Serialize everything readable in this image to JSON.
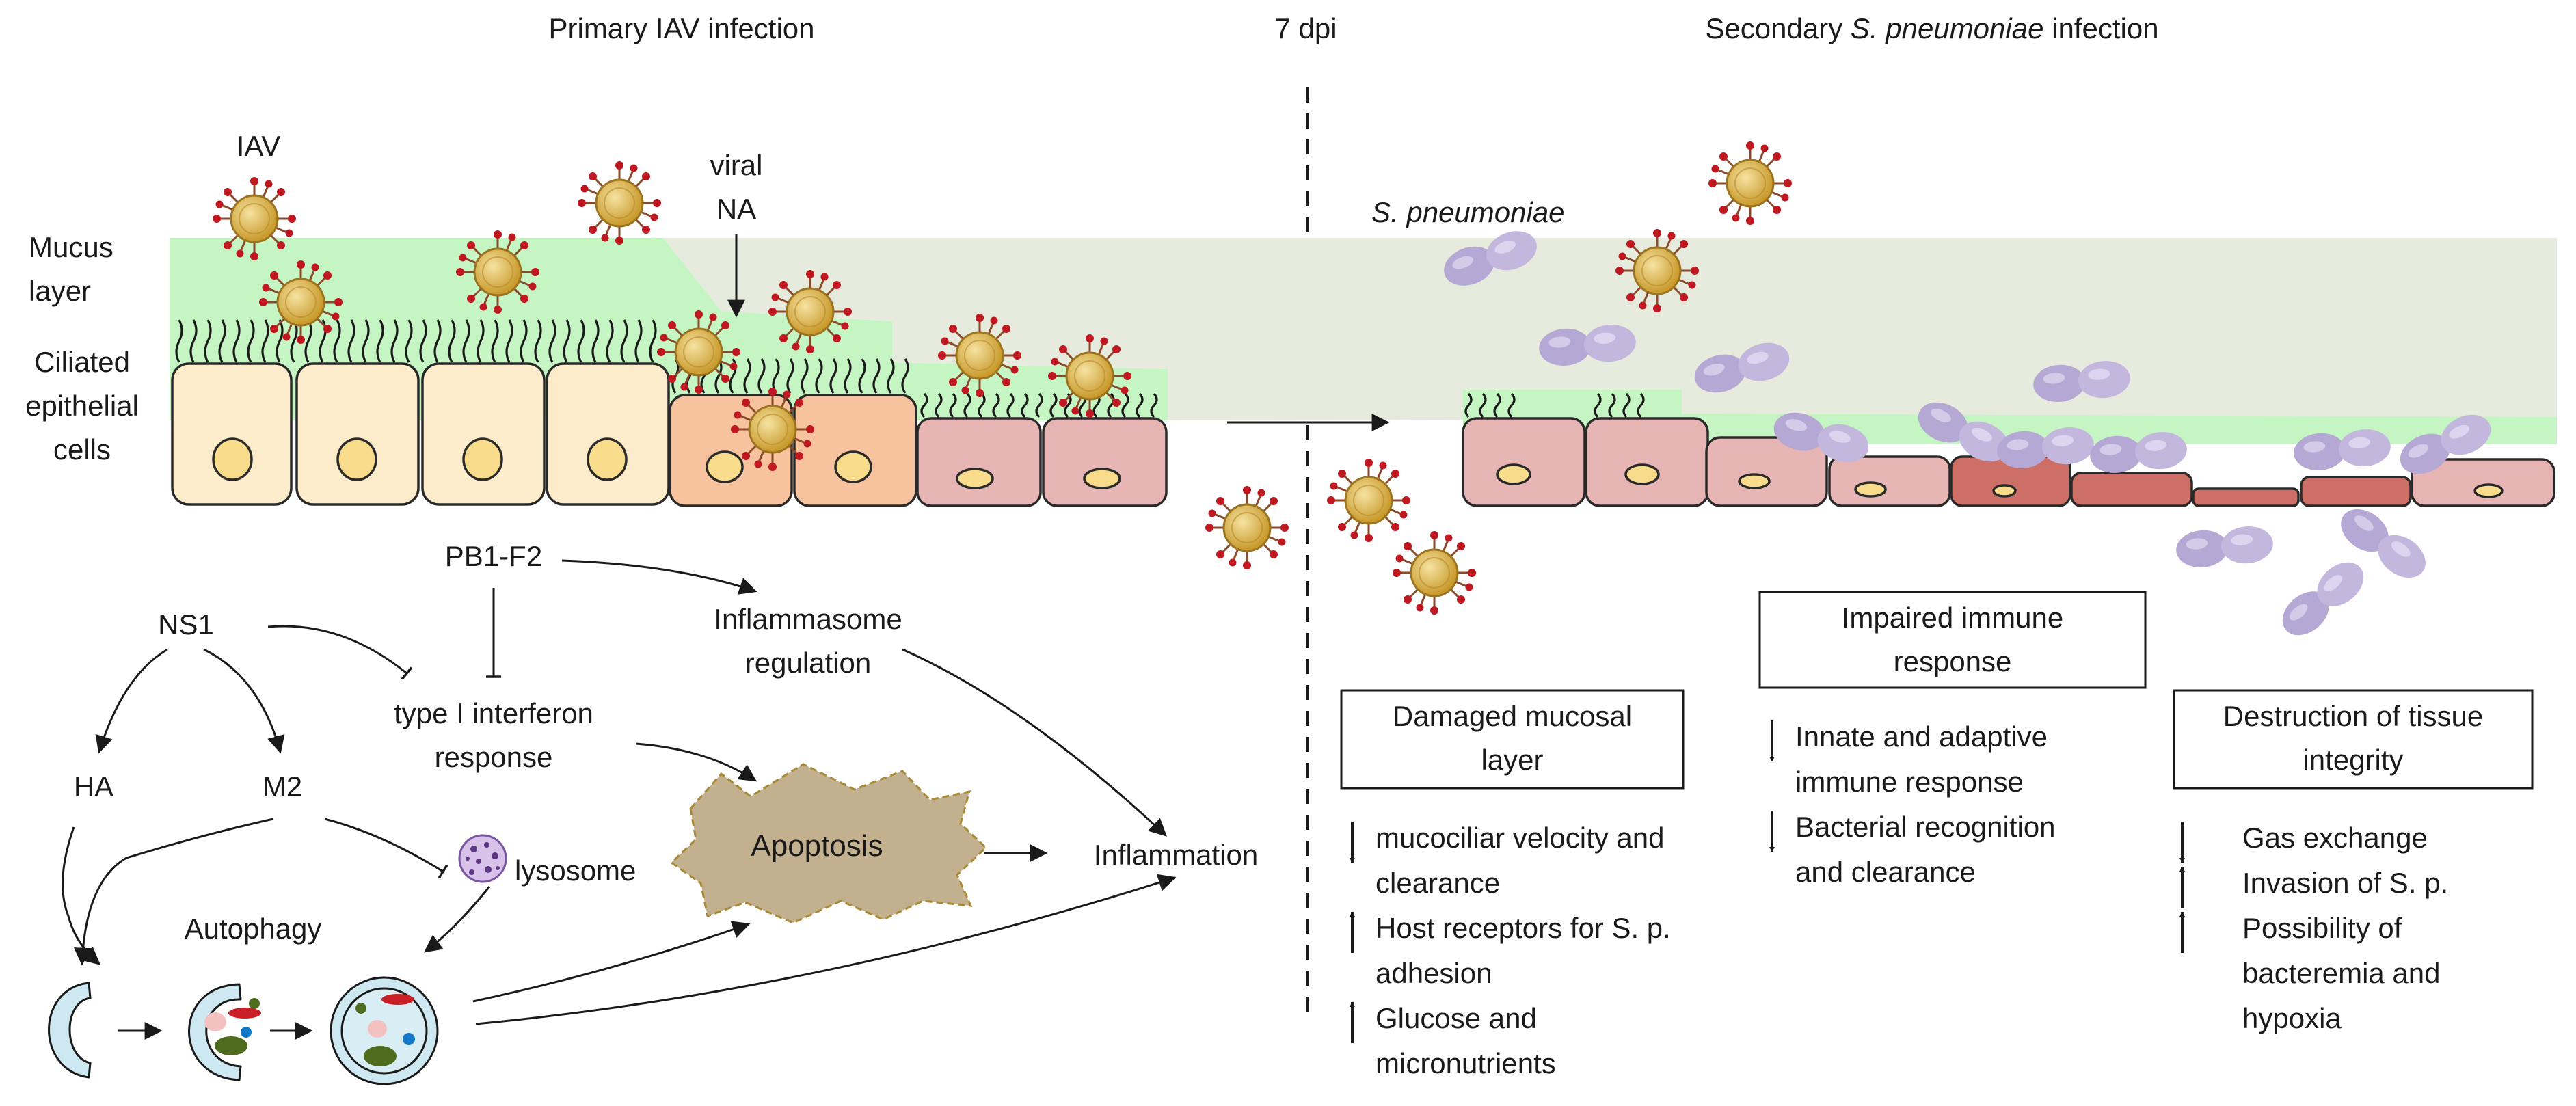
{
  "headers": {
    "left": "Primary IAV infection",
    "middle": "7 dpi",
    "right_prefix": "Secondary ",
    "right_italic": "S. pneumoniae",
    "right_suffix": " infection"
  },
  "labels": {
    "iav": "IAV",
    "viral_na_line1": "viral",
    "viral_na_line2": "NA",
    "mucus_line1": "Mucus",
    "mucus_line2": "layer",
    "ciliated_line1": "Ciliated",
    "ciliated_line2": "epithelial",
    "ciliated_line3": "cells",
    "s_pneumoniae": "S. pneumoniae"
  },
  "pathway": {
    "pb1f2": "PB1-F2",
    "ns1": "NS1",
    "ha": "HA",
    "m2": "M2",
    "type1_line1": "type I interferon",
    "type1_line2": "response",
    "inflammasome_line1": "Inflammasome",
    "inflammasome_line2": "regulation",
    "apoptosis": "Apoptosis",
    "inflammation": "Inflammation",
    "lysosome": "lysosome",
    "autophagy": "Autophagy"
  },
  "boxes": {
    "damaged_line1": "Damaged mucosal",
    "damaged_line2": "layer",
    "impaired_line1": "Impaired immune",
    "impaired_line2": "response",
    "destruction_line1": "Destruction of tissue",
    "destruction_line2": "integrity"
  },
  "effects": {
    "damaged": [
      {
        "arrow": "down",
        "lines": [
          "mucociliar velocity and",
          "clearance"
        ]
      },
      {
        "arrow": "up",
        "lines": [
          "Host receptors for S. p.",
          "adhesion"
        ]
      },
      {
        "arrow": "up",
        "lines": [
          "Glucose and",
          "micronutrients"
        ]
      }
    ],
    "impaired": [
      {
        "arrow": "down",
        "lines": [
          "Innate and adaptive",
          "immune response"
        ]
      },
      {
        "arrow": "down",
        "lines": [
          "Bacterial recognition",
          "and clearance"
        ]
      }
    ],
    "destruction": [
      {
        "arrow": "down",
        "lines": [
          "Gas exchange"
        ]
      },
      {
        "arrow": "up",
        "lines": [
          "Invasion of S. p."
        ]
      },
      {
        "arrow": "up",
        "lines": [
          "Possibility of",
          "bacteremia and",
          "hypoxia"
        ]
      }
    ]
  },
  "colors": {
    "mucus_green": "#c6f5c4",
    "mucus_gray": "#e7ebdd",
    "cell_healthy": "#fdeccb",
    "cell_infected": "#f7c8a6",
    "cell_damaged": "#e7b5b3",
    "cell_destroyed": "#cf6f66",
    "virus_body": "#e8bd4a",
    "virus_spike": "#c01820",
    "bacteria": "#b9acd6",
    "apoptosis_fill": "#c2b08f",
    "autophagy_fill": "#cde8f0"
  }
}
